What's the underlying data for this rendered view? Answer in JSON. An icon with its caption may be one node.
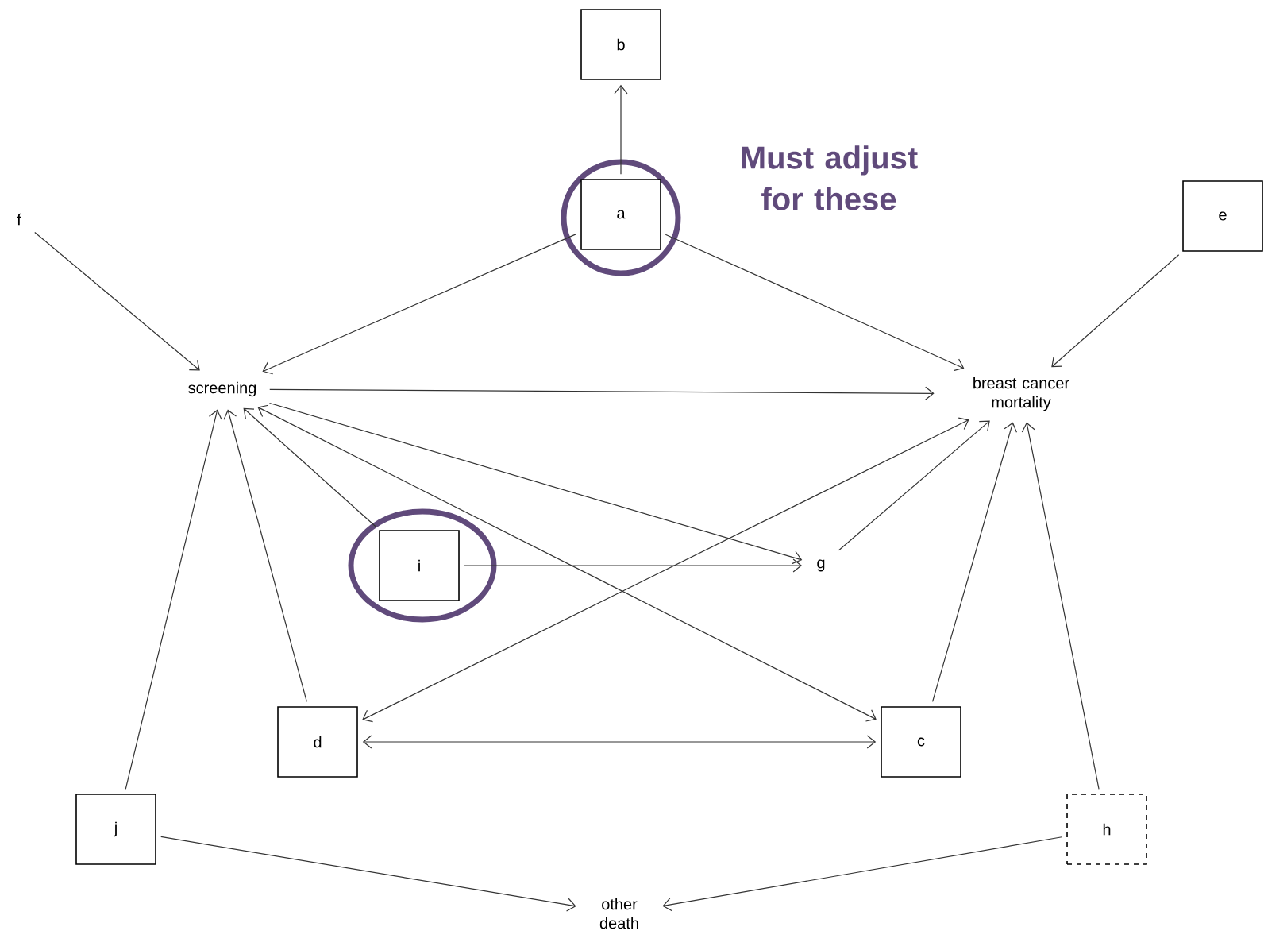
{
  "diagram": {
    "nodes": [
      {
        "text": [
          "b"
        ]
      },
      {
        "text": [
          "f"
        ]
      },
      {
        "text": [
          "a"
        ]
      },
      {
        "text": [
          "e"
        ]
      },
      {
        "text": [
          "screening"
        ]
      },
      {
        "text": [
          "breast cancer mortality"
        ]
      },
      {
        "text": [
          "i"
        ]
      },
      {
        "text": [
          "g"
        ]
      },
      {
        "text": [
          "d"
        ]
      },
      {
        "text": [
          "c"
        ]
      },
      {
        "text": [
          "j"
        ]
      },
      {
        "text": [
          "h"
        ]
      },
      {
        "text": [
          "other death"
        ]
      }
    ],
    "edges": [
      {
        "from": 2,
        "to": 0,
        "arrow": "to"
      },
      {
        "from": 1,
        "to": 4,
        "arrow": "to"
      },
      {
        "from": 2,
        "to": 4,
        "arrow": "to"
      },
      {
        "from": 2,
        "to": 5,
        "arrow": "to"
      },
      {
        "from": 3,
        "to": 5,
        "arrow": "to"
      },
      {
        "from": 4,
        "to": 5,
        "arrow": "to"
      },
      {
        "from": 4,
        "to": 7,
        "arrow": "to"
      },
      {
        "from": 6,
        "to": 4,
        "arrow": "to"
      },
      {
        "from": 6,
        "to": 7,
        "arrow": "to"
      },
      {
        "from": 4,
        "to": 9,
        "arrow": "both"
      },
      {
        "from": 8,
        "to": 5,
        "arrow": "both"
      },
      {
        "from": 7,
        "to": 5,
        "arrow": "to"
      },
      {
        "from": 9,
        "to": 5,
        "arrow": "to"
      },
      {
        "from": 11,
        "to": 5,
        "arrow": "to"
      },
      {
        "from": 8,
        "to": 4,
        "arrow": "to"
      },
      {
        "from": 10,
        "to": 4,
        "arrow": "to"
      },
      {
        "from": 8,
        "to": 9,
        "arrow": "both"
      },
      {
        "from": 10,
        "to": 12,
        "arrow": "to"
      },
      {
        "from": 11,
        "to": 12,
        "arrow": "to"
      }
    ],
    "labels": [
      "Must adjust for these"
    ]
  }
}
